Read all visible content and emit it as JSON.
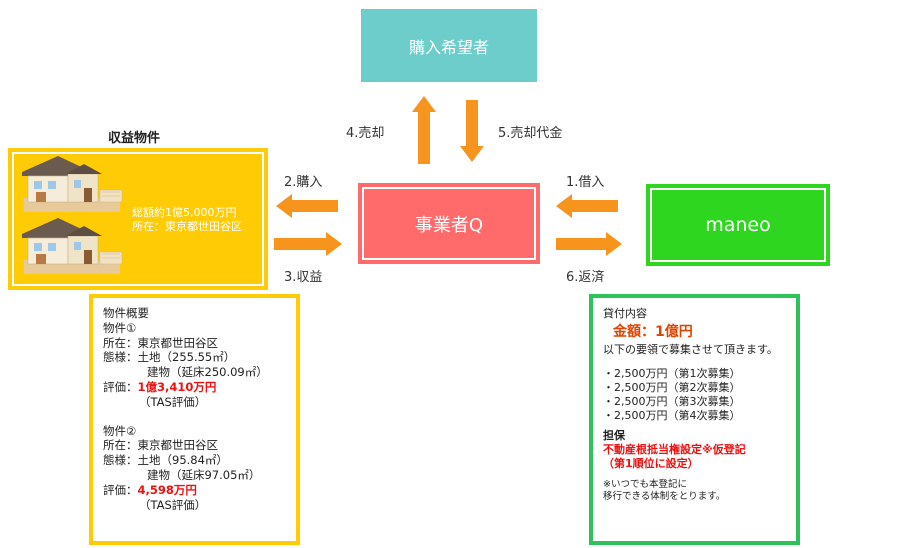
{
  "buyer": {
    "label": "購入希望者"
  },
  "operator": {
    "label": "事業者Q"
  },
  "maneo": {
    "label": "maneo"
  },
  "property": {
    "title": "収益物件",
    "total": "総額約1億5,000万円",
    "location": "所在：東京都世田谷区"
  },
  "arrows": {
    "sell": "4.売却",
    "sale_proceeds": "5.売却代金",
    "purchase": "2.購入",
    "revenue": "3.収益",
    "borrow": "1.借入",
    "repay": "6.返済"
  },
  "summary": {
    "heading": "物件概要",
    "p1": {
      "name": "物件①",
      "location_label": "所在：",
      "location": "東京都世田谷区",
      "type_label": "態様：",
      "land": "土地（255.55㎡）",
      "building": "建物（延床250.09㎡）",
      "eval_label": "評価：",
      "eval_value": "1億3,410万円",
      "eval_note": "（TAS評価）"
    },
    "p2": {
      "name": "物件②",
      "location_label": "所在：",
      "location": "東京都世田谷区",
      "type_label": "態様：",
      "land": "土地（95.84㎡）",
      "building": "建物（延床97.05㎡）",
      "eval_label": "評価：",
      "eval_value": "4,598万円",
      "eval_note": "（TAS評価）"
    }
  },
  "loan": {
    "heading": "貸付内容",
    "amount": "金額：1億円",
    "desc": "以下の要領で募集させて頂きます。",
    "rounds": [
      "・2,500万円（第1次募集）",
      "・2,500万円（第2次募集）",
      "・2,500万円（第3次募集）",
      "・2,500万円（第4次募集）"
    ],
    "collateral_heading": "担保",
    "collateral_1": "不動産根抵当権設定※仮登記",
    "collateral_2": "（第1順位に設定）",
    "note_1": "※いつでも本登記に",
    "note_2": "移行できる体制をとります。"
  },
  "colors": {
    "buyer": "#6dcdcb",
    "operator": "#ff6b6b",
    "maneo": "#2ed620",
    "property": "#ffcb05",
    "arrow": "#f7941d",
    "loan_border": "#2fc15a",
    "highlight": "#ee1111"
  }
}
